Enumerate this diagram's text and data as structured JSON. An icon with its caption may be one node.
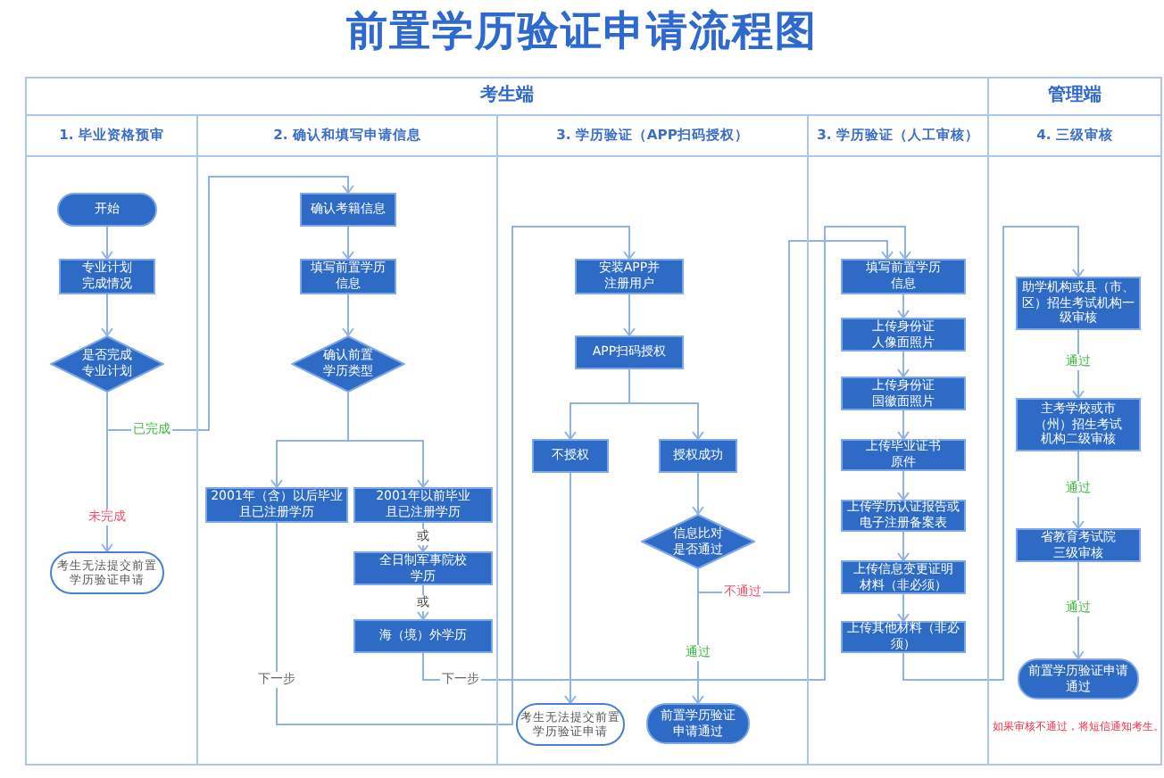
{
  "diagram": {
    "title": "前置学历验证申请流程图",
    "nodes": [
      {
        "text": [
          "考生端"
        ]
      },
      {
        "text": [
          "1. 毕业资格预审"
        ],
        "in": 0
      },
      {
        "text": [
          "2. 确认和填写申请信息"
        ],
        "in": 0
      },
      {
        "text": [
          "3. 学历验证（APP扫码授权）"
        ],
        "in": 0
      },
      {
        "text": [
          "3. 学历验证（人工审核）"
        ],
        "in": 0
      },
      {
        "text": [
          "管理端"
        ]
      },
      {
        "text": [
          "4. 三级审核"
        ],
        "in": 5
      },
      {
        "text": [
          "开始"
        ],
        "in": 1
      },
      {
        "text": [
          "专业计划完成情况"
        ],
        "in": 1
      },
      {
        "text": [
          "是否完成专业计划"
        ],
        "in": 1
      },
      {
        "text": [
          "考生无法提交前置学历验证申请"
        ],
        "in": 1
      },
      {
        "text": [
          "确认考籍信息"
        ],
        "in": 2
      },
      {
        "text": [
          "填写前置学历信息"
        ],
        "in": 2
      },
      {
        "text": [
          "确认前置学历类型"
        ],
        "in": 2
      },
      {
        "text": [
          "2001年（含）以后毕业且已注册学历"
        ],
        "in": 2
      },
      {
        "text": [
          "2001年以前毕业且已注册学历"
        ],
        "in": 2
      },
      {
        "text": [
          "全日制军事院校学历"
        ],
        "in": 2
      },
      {
        "text": [
          "海（境）外学历"
        ],
        "in": 2
      },
      {
        "text": [
          "安装APP并注册用户"
        ],
        "in": 3
      },
      {
        "text": [
          "APP扫码授权"
        ],
        "in": 3
      },
      {
        "text": [
          "不授权"
        ],
        "in": 3
      },
      {
        "text": [
          "授权成功"
        ],
        "in": 3
      },
      {
        "text": [
          "信息比对是否通过"
        ],
        "in": 3
      },
      {
        "text": [
          "考生无法提交前置学历验证申请"
        ],
        "in": 3
      },
      {
        "text": [
          "前置学历验证申请通过"
        ],
        "in": 3
      },
      {
        "text": [
          "填写前置学历信息"
        ],
        "in": 4
      },
      {
        "text": [
          "上传身份证人像面照片"
        ],
        "in": 4
      },
      {
        "text": [
          "上传身份证国徽面照片"
        ],
        "in": 4
      },
      {
        "text": [
          "上传毕业证书原件"
        ],
        "in": 4
      },
      {
        "text": [
          "上传学历认证报告或电子注册备案表"
        ],
        "in": 4
      },
      {
        "text": [
          "上传信息变更证明材料（非必须）"
        ],
        "in": 4
      },
      {
        "text": [
          "上传其他材料（非必须）"
        ],
        "in": 4
      },
      {
        "text": [
          "助学机构或县（市、区）招生考试机构一级审核"
        ],
        "in": 6
      },
      {
        "text": [
          "主考学校或市（州）招生考试机构二级审核"
        ],
        "in": 6
      },
      {
        "text": [
          "省教育考试院三级审核"
        ],
        "in": 6
      },
      {
        "text": [
          "前置学历验证申请通过"
        ],
        "in": 6
      }
    ],
    "edges": [
      {
        "from": 7,
        "to": 8,
        "arrow": "to"
      },
      {
        "from": 8,
        "to": 9,
        "arrow": "to"
      },
      {
        "from": 9,
        "to": 10,
        "arrow": "to",
        "label": "未完成"
      },
      {
        "from": 9,
        "to": 11,
        "arrow": "to",
        "label": "已完成"
      },
      {
        "from": 11,
        "to": 12,
        "arrow": "to"
      },
      {
        "from": 12,
        "to": 13,
        "arrow": "to"
      },
      {
        "from": 13,
        "to": 14,
        "arrow": "to"
      },
      {
        "from": 13,
        "to": 15,
        "arrow": "to"
      },
      {
        "from": 15,
        "to": 16,
        "arrow": "to",
        "label": "或"
      },
      {
        "from": 16,
        "to": 17,
        "arrow": "to",
        "label": "或"
      },
      {
        "from": 14,
        "to": 18,
        "arrow": "to",
        "label": "下一步"
      },
      {
        "from": 17,
        "to": 25,
        "arrow": "to",
        "label": "下一步"
      },
      {
        "from": 18,
        "to": 19,
        "arrow": "to"
      },
      {
        "from": 19,
        "to": 20,
        "arrow": "to"
      },
      {
        "from": 19,
        "to": 21,
        "arrow": "to"
      },
      {
        "from": 20,
        "to": 23,
        "arrow": "to"
      },
      {
        "from": 21,
        "to": 22,
        "arrow": "to"
      },
      {
        "from": 22,
        "to": 24,
        "arrow": "to",
        "label": "通过"
      },
      {
        "from": 22,
        "to": 25,
        "arrow": "to",
        "label": "不通过"
      },
      {
        "from": 25,
        "to": 26,
        "arrow": "to"
      },
      {
        "from": 26,
        "to": 27,
        "arrow": "to"
      },
      {
        "from": 27,
        "to": 28,
        "arrow": "to"
      },
      {
        "from": 28,
        "to": 29,
        "arrow": "to"
      },
      {
        "from": 29,
        "to": 30,
        "arrow": "to"
      },
      {
        "from": 30,
        "to": 31,
        "arrow": "to"
      },
      {
        "from": 31,
        "to": 32,
        "arrow": "to"
      },
      {
        "from": 32,
        "to": 33,
        "arrow": "to",
        "label": "通过"
      },
      {
        "from": 33,
        "to": 34,
        "arrow": "to",
        "label": "通过"
      },
      {
        "from": 34,
        "to": 35,
        "arrow": "to",
        "label": "通过"
      }
    ],
    "labels": [
      "如果审核不通过，将短信通知考生。"
    ]
  }
}
